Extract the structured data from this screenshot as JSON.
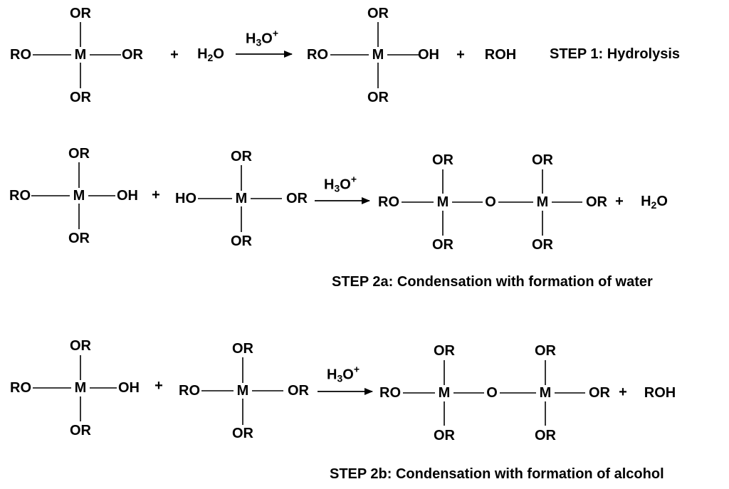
{
  "labels": {
    "or": "OR",
    "ro": "RO",
    "oh": "OH",
    "ho": "HO",
    "m": "M",
    "o": "O",
    "plus": "+",
    "plus_h2o": "+ H2O",
    "plus_roh": "+ ROH",
    "roh": "ROH",
    "h": "H",
    "two": "2",
    "three": "3",
    "o_letter": "O",
    "sup_plus": "+"
  },
  "steps": {
    "step1": "STEP 1: Hydrolysis",
    "step2a": "STEP 2a: Condensation with formation of water",
    "step2b": "STEP 2b: Condensation with formation of alcohol"
  }
}
